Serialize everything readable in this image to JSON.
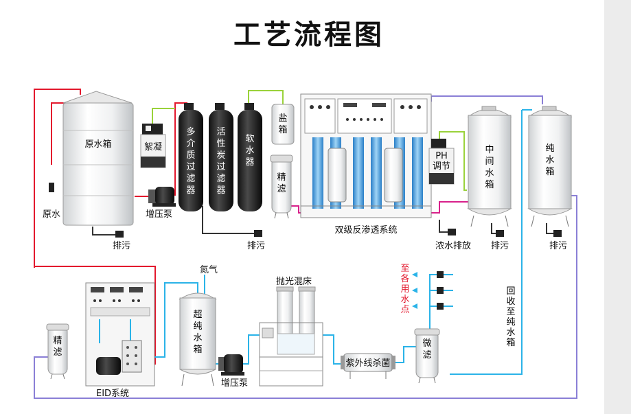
{
  "title": "工艺流程图",
  "labels": {
    "raw_tank": "原水箱",
    "raw_water": "原水",
    "drain": "排污",
    "flocculant": "絮凝",
    "booster_pump": "增压泵",
    "multi_media_filter": "多介质过滤器",
    "carbon_filter": "活性炭过滤器",
    "softener": "软水器",
    "salt_tank": "盐箱",
    "precision_filter": "精滤",
    "ro_system": "双级反渗透系统",
    "ph_adjust_1": "PH",
    "ph_adjust_2": "调节",
    "concentrate_drain": "浓水排放",
    "intermediate_tank": "中间水箱",
    "pure_tank": "纯水箱",
    "nitrogen": "氮气",
    "polishing_bed": "抛光混床",
    "use_points": "至各用水点",
    "return_to_pure_tank": "回收至纯水箱",
    "ultra_pure_tank": "超纯水箱",
    "micro_filter": "微滤",
    "uv_sterilizer": "紫外线杀菌",
    "eid_system": "EID系统"
  },
  "colors": {
    "red_line": "#e3182d",
    "blue_line": "#2ab3e8",
    "green_line": "#9ad23a",
    "magenta_line": "#d8208a",
    "purple_line": "#8a7fd6"
  }
}
